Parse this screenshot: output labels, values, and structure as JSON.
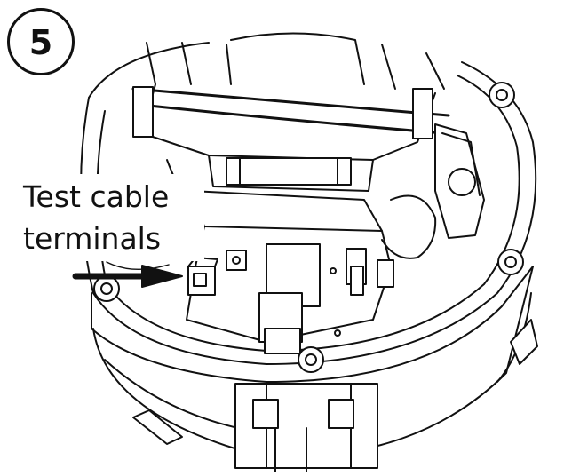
{
  "step": {
    "number": "5"
  },
  "callout": {
    "line1": "Test cable",
    "line2": "terminals"
  },
  "colors": {
    "line": "#111111",
    "background": "#ffffff"
  }
}
